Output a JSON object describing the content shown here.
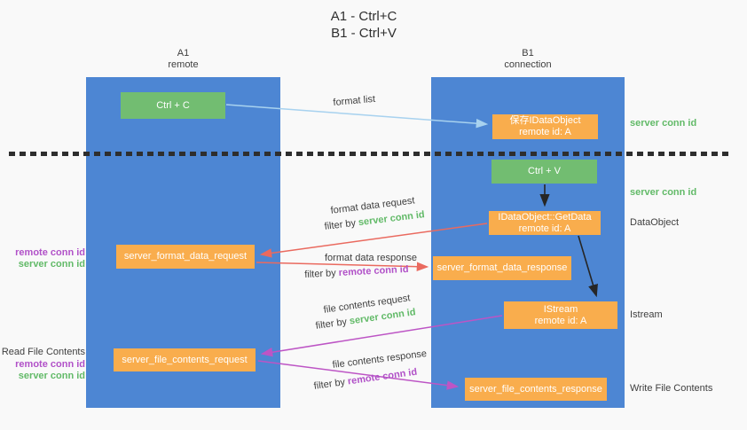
{
  "title": {
    "line1": "A1 - Ctrl+C",
    "line2": "B1 - Ctrl+V"
  },
  "lanes": {
    "left": {
      "name": "A1",
      "subtitle": "remote"
    },
    "right": {
      "name": "B1",
      "subtitle": "connection"
    }
  },
  "nodes": {
    "ctrl_c": "Ctrl + C",
    "ctrl_v": "Ctrl + V",
    "save_dataobject_line1": "保存IDataObject",
    "save_dataobject_line2": "remote id: A",
    "getdata_line1": "IDataObject::GetData",
    "getdata_line2": "remote id: A",
    "istream_line1": "IStream",
    "istream_line2": "remote id: A",
    "format_request": "server_format_data_request",
    "format_response": "server_format_data_response",
    "file_request": "server_file_contents_request",
    "file_response": "server_file_contents_response"
  },
  "labels": {
    "format_list": "format list",
    "format_data_request": "format data request",
    "format_data_response": "format data response",
    "file_contents_request": "file contents request",
    "file_contents_response": "file contents response",
    "filter_by": "filter by ",
    "server_conn_id": "server conn id",
    "remote_conn_id": "remote conn id",
    "dataobject": "DataObject",
    "istream": "Istream",
    "read_file_contents": "Read File Contents",
    "write_file_contents": "Write File Contents"
  },
  "colors": {
    "lane_blue": "#4d86d3",
    "box_orange": "#f9ad4d",
    "box_green": "#72bd71",
    "text_green": "#62ba68",
    "text_purple": "#b151c8",
    "arrow_red": "#ea6a5f",
    "arrow_magenta": "#bd55c5",
    "arrow_lightblue": "#a8d2ef",
    "arrow_black": "#262626"
  }
}
